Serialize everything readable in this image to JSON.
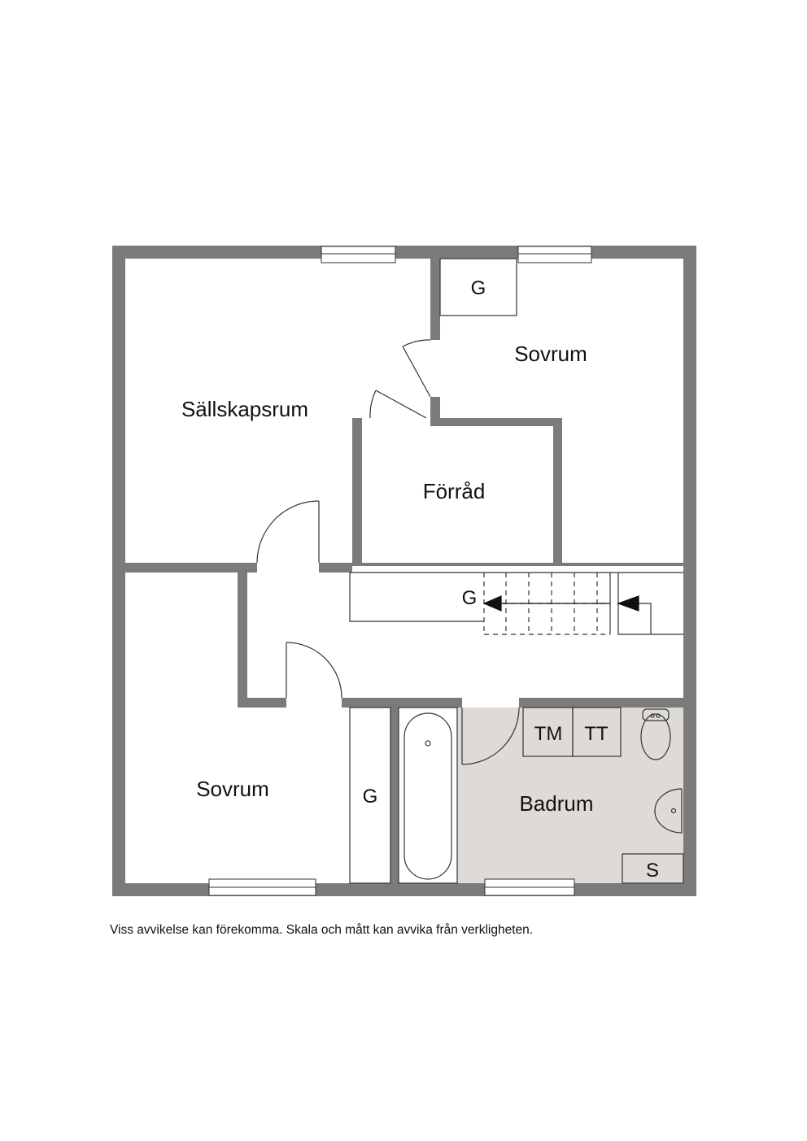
{
  "rooms": {
    "sallskapsrum": "Sällskapsrum",
    "sovrum_top": "Sovrum",
    "forrad": "Förråd",
    "sovrum_bottom": "Sovrum",
    "badrum": "Badrum"
  },
  "fixtures": {
    "g_top": "G",
    "g_stair": "G",
    "g_closet": "G",
    "tm": "TM",
    "tt": "TT",
    "s": "S"
  },
  "disclaimer": "Viss avvikelse kan förekomma. Skala och mått kan avvika från verkligheten.",
  "colors": {
    "wall": "#7b7b7c",
    "bathroom_floor": "#dedad6",
    "line": "#333333"
  }
}
